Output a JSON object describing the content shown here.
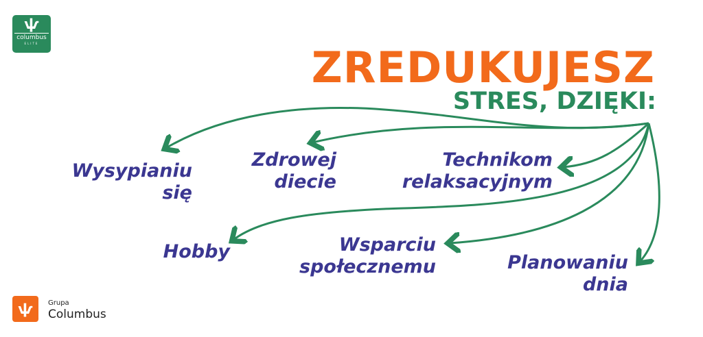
{
  "logos": {
    "top_brand": "columbus",
    "top_sub": "ELITE",
    "bottom_small": "Grupa",
    "bottom_large": "Columbus"
  },
  "heading": {
    "title": "ZREDUKUJESZ",
    "subtitle": "STRES, DZIĘKI:"
  },
  "items": [
    {
      "line1": "Wysypianiu",
      "line2": "się"
    },
    {
      "line1": "Zdrowej",
      "line2": "diecie"
    },
    {
      "line1": "Technikom",
      "line2": "relaksacyjnym"
    },
    {
      "line1": "Hobby",
      "line2": ""
    },
    {
      "line1": "Wsparciu",
      "line2": "społecznemu"
    },
    {
      "line1": "Planowaniu",
      "line2": "dnia"
    }
  ],
  "colors": {
    "orange": "#f26a1b",
    "green": "#2a8a5c",
    "purple": "#3b3791"
  }
}
